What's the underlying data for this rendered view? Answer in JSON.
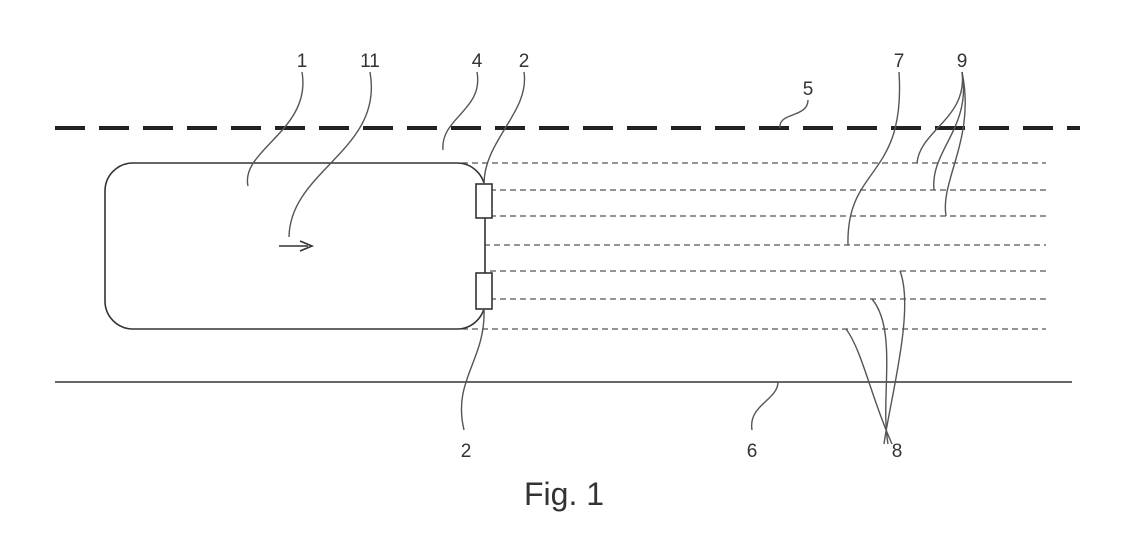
{
  "caption": "Fig. 1",
  "labels": {
    "vehicle": "1",
    "direction": "11",
    "lane": "4",
    "sensor_top": "2",
    "sensor_bottom": "2",
    "dashed_marking": "5",
    "solid_marking": "6",
    "center_beam": "7",
    "lower_beams": "8",
    "upper_beams": "9"
  },
  "colors": {
    "line": "#333333",
    "leader": "#555555",
    "background": "#ffffff"
  }
}
